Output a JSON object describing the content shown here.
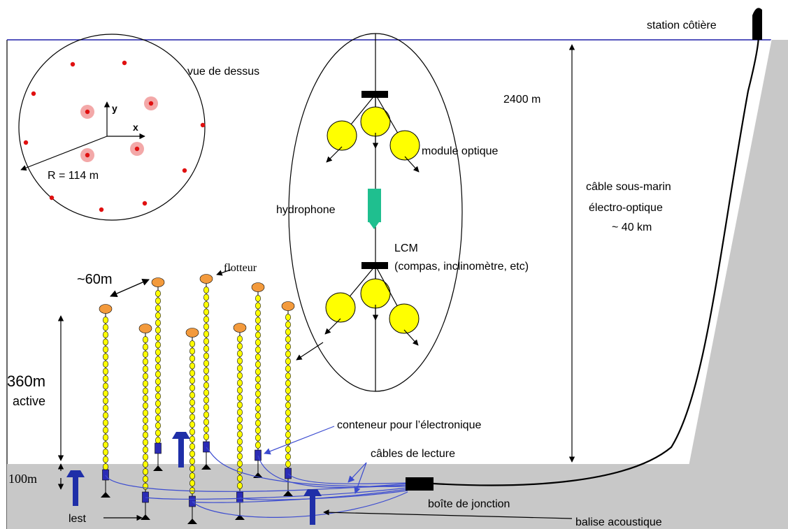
{
  "labels": {
    "station": "station côtière",
    "top_view": "vue de dessus",
    "axis_y": "y",
    "axis_x": "x",
    "radius": "R = 114 m",
    "depth": "2400 m",
    "optical_module": "module optique",
    "hydrophone": "hydrophone",
    "lcm_title": "LCM",
    "lcm_detail": "(compas, inclinomètre, etc)",
    "cable": [
      "câble sous-marin",
      "électro-optique",
      "~ 40 km"
    ],
    "spacing": "~60m",
    "float": "flotteur",
    "active_height": "360m",
    "active_word": "active",
    "seabed_height": "100m",
    "container": "conteneur pour l’électronique",
    "readout_cables": "câbles de lecture",
    "junction_box": "boîte de jonction",
    "ballast": "lest",
    "acoustic_beacon": "balise acoustique"
  },
  "colors": {
    "sea_surface": "#1f1fa8",
    "seabed": "#c8c8c8",
    "float": "#f39a3c",
    "optical_module": "#ffff00",
    "hydrophone": "#1fbf8f",
    "electronics": "#2b2bb5",
    "beacon": "#1f2fa8",
    "readout_cable": "#3b4bd0",
    "detector_dot": "#e01010",
    "detector_halo": "#f3a8a8"
  },
  "icons": {
    "station": "building-icon",
    "beacon": "beacon-icon",
    "ballast": "anchor-icon"
  }
}
